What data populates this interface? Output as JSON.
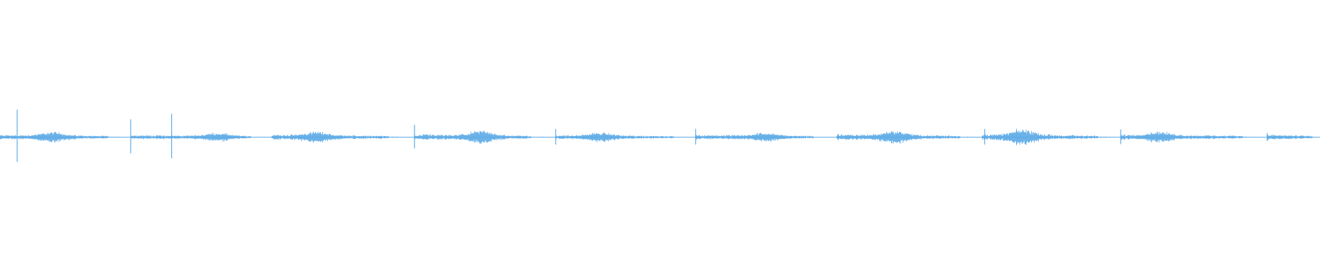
{
  "waveform": {
    "color": "#5aa9e6",
    "baseline_color": "#5aa9e6",
    "background": "#ffffff",
    "segments": [
      {
        "start": 0.0,
        "end": 0.097,
        "level": 0.22
      },
      {
        "start": 0.099,
        "end": 0.206,
        "level": 0.2
      },
      {
        "start": 0.206,
        "end": 0.31,
        "level": 0.24
      },
      {
        "start": 0.314,
        "end": 0.418,
        "level": 0.26
      },
      {
        "start": 0.421,
        "end": 0.526,
        "level": 0.2
      },
      {
        "start": 0.527,
        "end": 0.632,
        "level": 0.22
      },
      {
        "start": 0.634,
        "end": 0.744,
        "level": 0.26
      },
      {
        "start": 0.744,
        "end": 0.847,
        "level": 0.28
      },
      {
        "start": 0.849,
        "end": 0.958,
        "level": 0.24
      },
      {
        "start": 0.96,
        "end": 1.0,
        "level": 0.24
      }
    ],
    "spikes": [
      {
        "at": 0.013,
        "level": 1.0
      },
      {
        "at": 0.099,
        "level": 0.65
      },
      {
        "at": 0.13,
        "level": 0.85
      },
      {
        "at": 0.314,
        "level": 0.45
      },
      {
        "at": 0.421,
        "level": 0.3
      },
      {
        "at": 0.527,
        "level": 0.3
      },
      {
        "at": 0.635,
        "level": 0.12
      },
      {
        "at": 0.746,
        "level": 0.3
      },
      {
        "at": 0.849,
        "level": 0.28
      },
      {
        "at": 0.96,
        "level": 0.15
      }
    ],
    "bursts": [
      {
        "at": 0.04,
        "level": 0.35
      },
      {
        "at": 0.165,
        "level": 0.3
      },
      {
        "at": 0.24,
        "level": 0.35
      },
      {
        "at": 0.365,
        "level": 0.45
      },
      {
        "at": 0.455,
        "level": 0.3
      },
      {
        "at": 0.58,
        "level": 0.3
      },
      {
        "at": 0.678,
        "level": 0.45
      },
      {
        "at": 0.775,
        "level": 0.55
      },
      {
        "at": 0.878,
        "level": 0.35
      }
    ]
  }
}
